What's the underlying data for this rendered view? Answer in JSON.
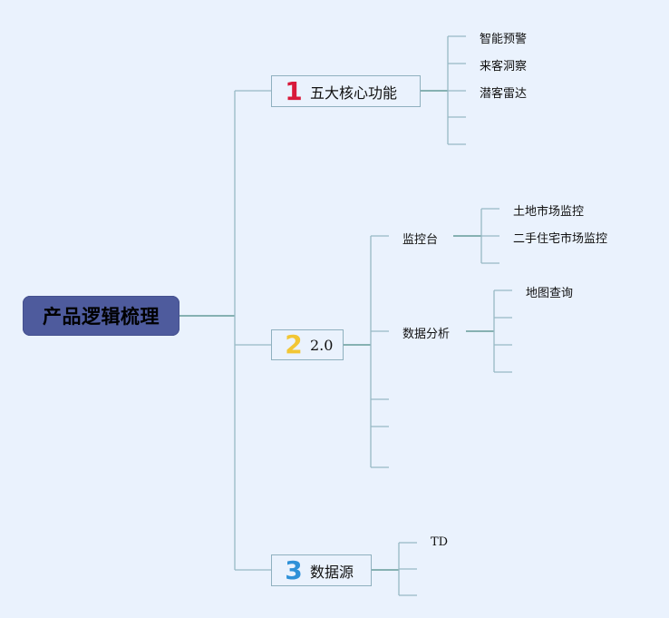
{
  "root": {
    "label": "产品逻辑梳理"
  },
  "branches": [
    {
      "number": "1",
      "label": "五大核心功能",
      "children": [
        "智能预警",
        "来客洞察",
        "潜客雷达"
      ]
    },
    {
      "number": "2",
      "label": "2.0",
      "children": [
        {
          "label": "监控台",
          "children": [
            "土地市场监控",
            "二手住宅市场监控"
          ]
        },
        {
          "label": "数据分析",
          "children": [
            "地图查询"
          ]
        }
      ]
    },
    {
      "number": "3",
      "label": "数据源",
      "children": [
        "TD"
      ]
    }
  ],
  "colors": {
    "background": "#eaf2fd",
    "root_fill": "#4e5b9d",
    "connector": "#98b9c5",
    "connector_dark": "#4a8a86",
    "number_1": "#d8193a",
    "number_2": "#f2c634",
    "number_3": "#2f91d8"
  }
}
